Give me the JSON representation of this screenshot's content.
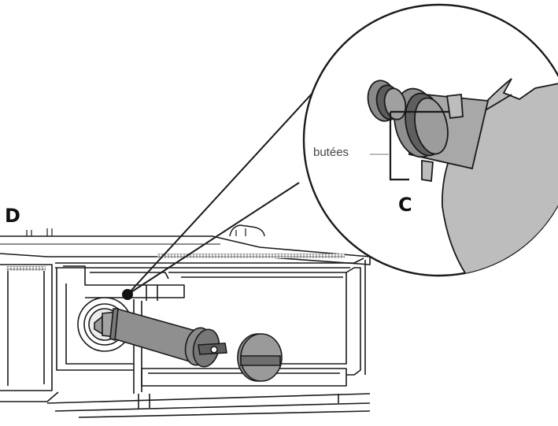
{
  "labels": {
    "step_letter": "D",
    "detail_letter": "C",
    "stops_callout": "butées"
  },
  "colors": {
    "line": "#1a1a1a",
    "filter_body": "#8f8f8f",
    "filter_dark": "#6a6a6a",
    "detail_fill": "#bdbdbd",
    "background": "#ffffff"
  },
  "icons": [
    "water-filter-cartridge",
    "filter-cap-knob",
    "magnifier-detail-circle",
    "pointer-dot"
  ]
}
